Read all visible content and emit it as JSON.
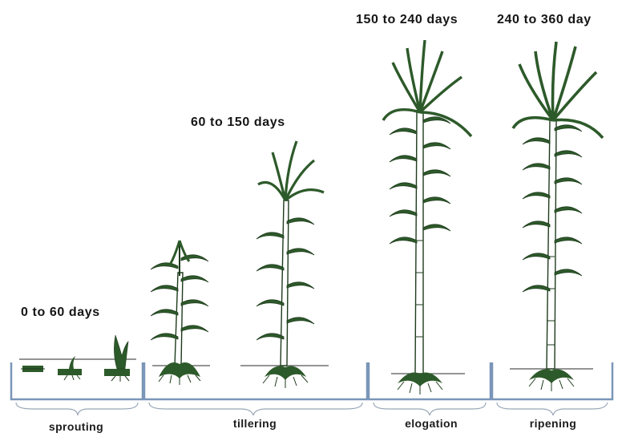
{
  "durations": {
    "sprouting": "0 to 60 days",
    "tillering": "60 to 150 days",
    "elongation": "150 to 240 days",
    "ripening": "240 to 360 day"
  },
  "stages": {
    "sprouting": "sprouting",
    "tillering": "tillering",
    "elongation": "elogation",
    "ripening": "ripening"
  },
  "colors": {
    "plant": "#2d5a2a",
    "plant_light": "#7fa07a",
    "soil": "#3a3a3a",
    "bracket": "#7a96b8"
  }
}
